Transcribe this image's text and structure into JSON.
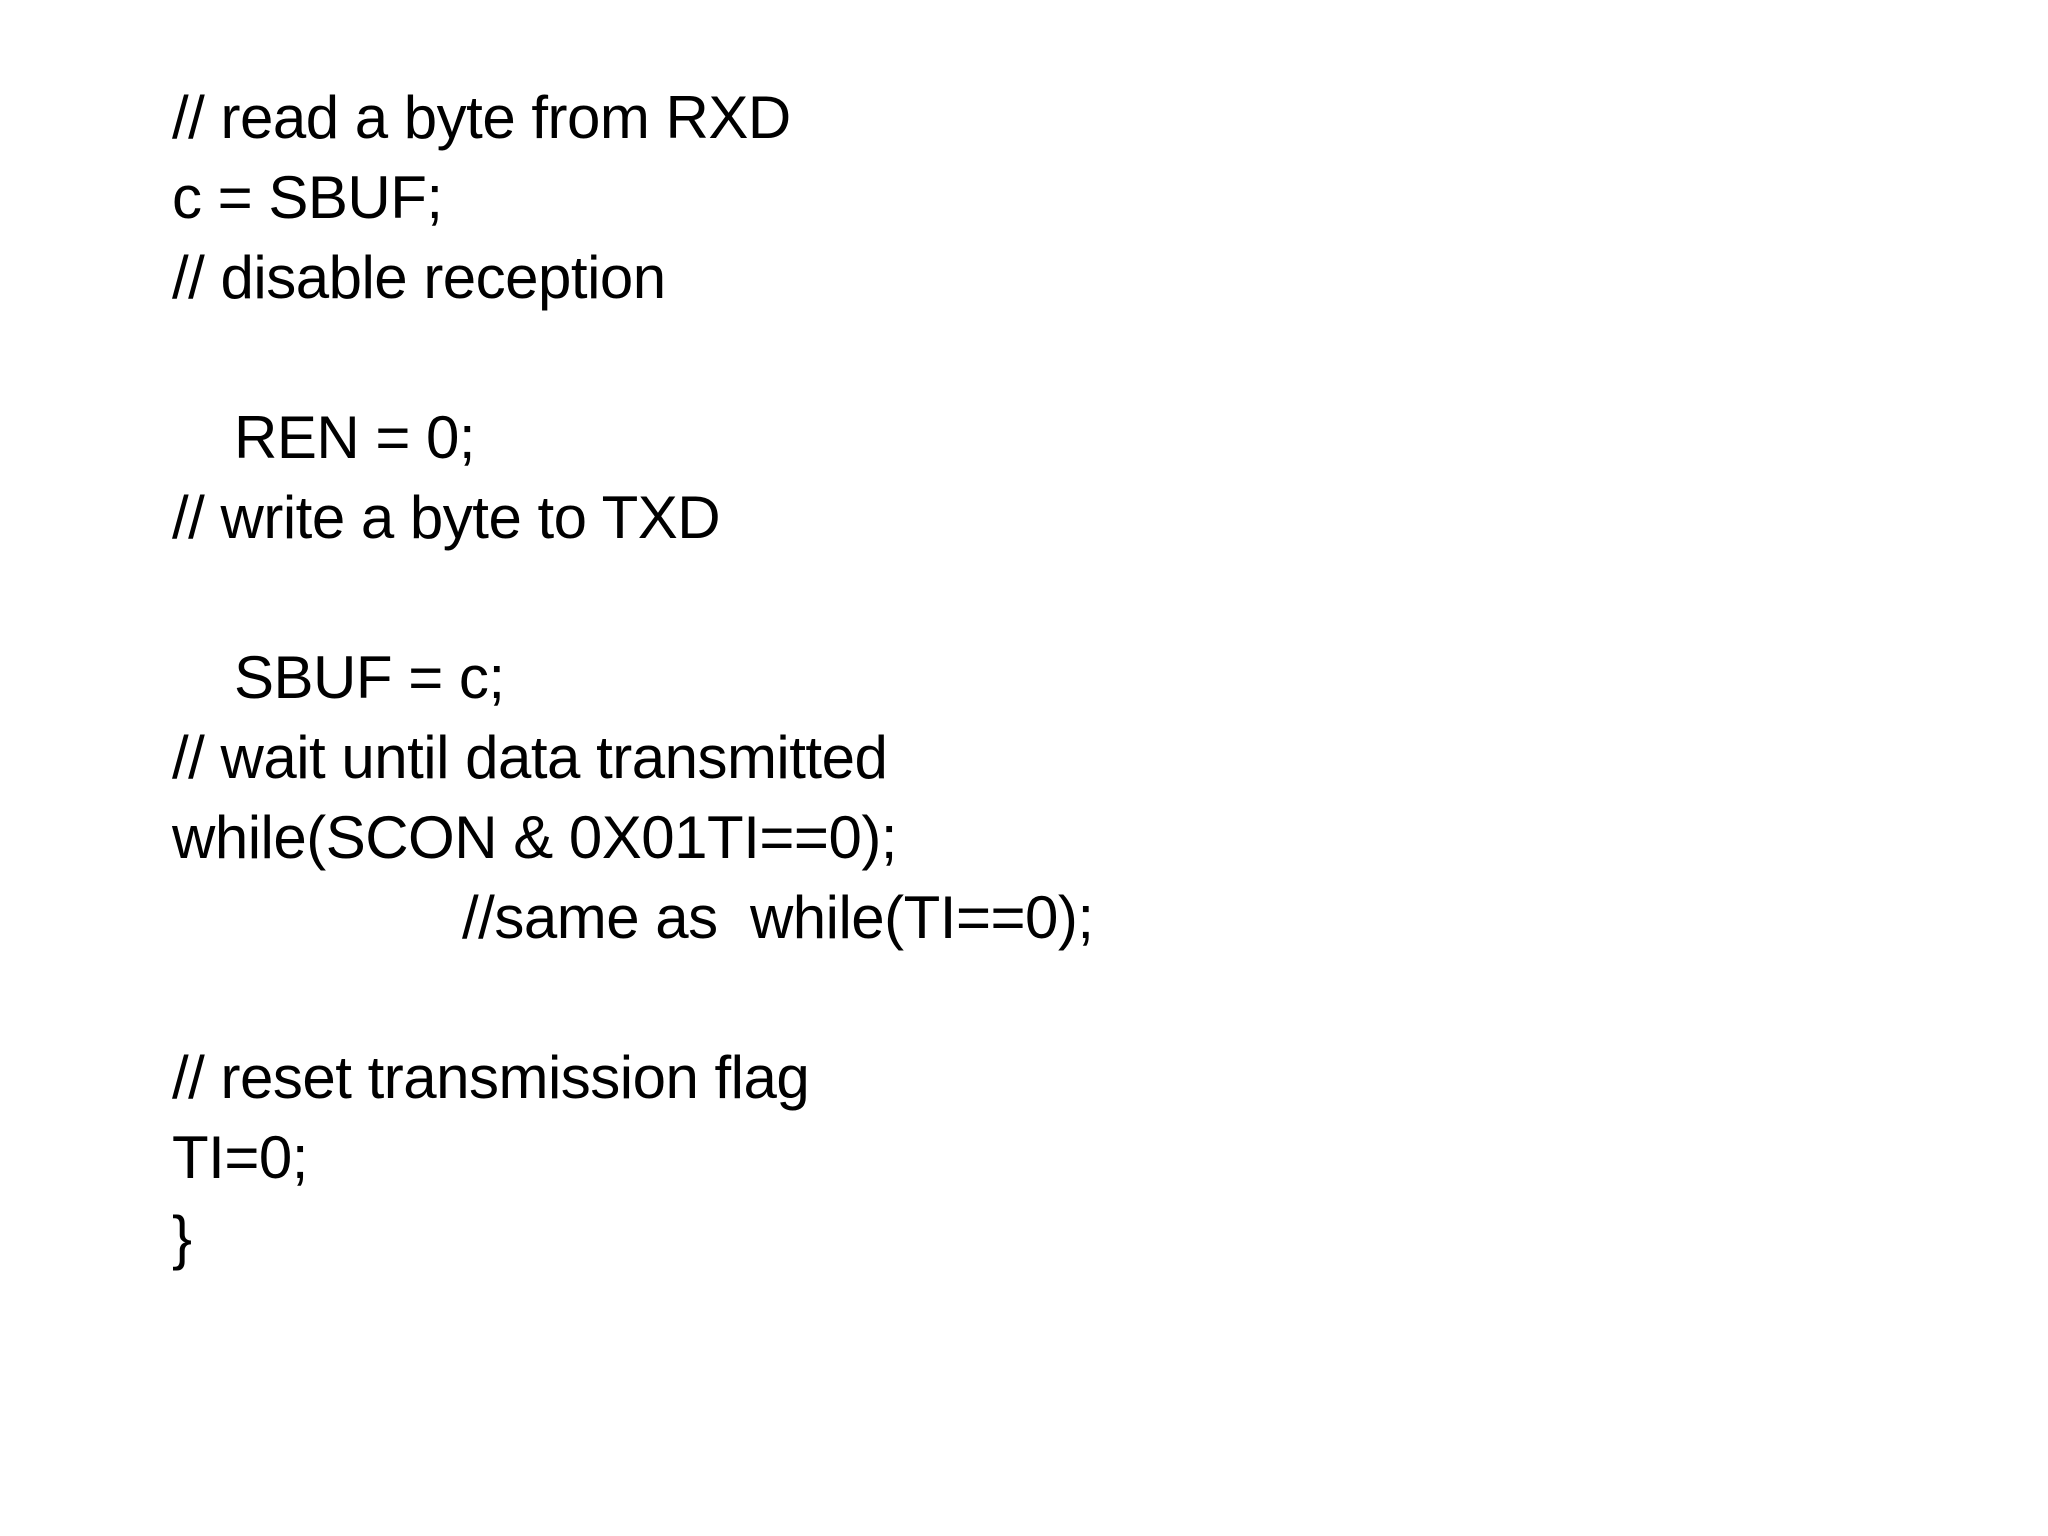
{
  "slide": {
    "background_color": "#ffffff",
    "text_color": "#000000",
    "code_lines": [
      {
        "text": "// read a byte from RXD",
        "indent": 0,
        "blank": false
      },
      {
        "text": "c = SBUF;",
        "indent": 0,
        "blank": false
      },
      {
        "text": "// disable reception",
        "indent": 0,
        "blank": false
      },
      {
        "text": " ",
        "indent": 0,
        "blank": true
      },
      {
        "text": "REN = 0;",
        "indent": 1,
        "blank": false
      },
      {
        "text": "// write a byte to TXD",
        "indent": 0,
        "blank": false
      },
      {
        "text": " ",
        "indent": 0,
        "blank": true
      },
      {
        "text": "SBUF = c;",
        "indent": 1,
        "blank": false
      },
      {
        "text": "// wait until data transmitted",
        "indent": 0,
        "blank": false
      },
      {
        "text": "while(SCON & 0X01TI==0);",
        "indent": 0,
        "blank": false
      },
      {
        "text": "//same as  while(TI==0);",
        "indent": 3,
        "blank": false
      },
      {
        "text": " ",
        "indent": 0,
        "blank": true
      },
      {
        "text": "// reset transmission flag",
        "indent": 0,
        "blank": false
      },
      {
        "text": "TI=0;",
        "indent": 0,
        "blank": false
      },
      {
        "text": "}",
        "indent": 0,
        "blank": false
      }
    ]
  }
}
